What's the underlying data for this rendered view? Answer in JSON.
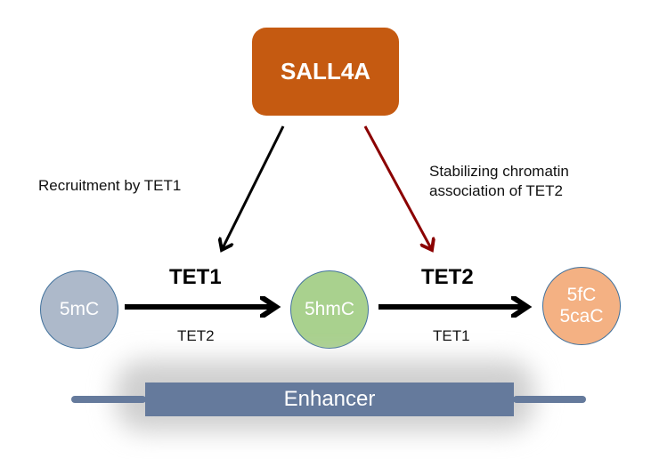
{
  "top_node": {
    "label": "SALL4A",
    "color": "#c55a11"
  },
  "edges": {
    "left": {
      "label": "Recruitment by TET1",
      "color": "#000000"
    },
    "right": {
      "label_line1": "Stabilizing chromatin",
      "label_line2": "association of TET2",
      "color": "#8b0000"
    }
  },
  "nodes": [
    {
      "id": "5mC",
      "label": "5mC",
      "color": "#adb9ca"
    },
    {
      "id": "5hmC",
      "label": "5hmC",
      "color": "#a9d18e"
    },
    {
      "id": "5fC_5caC",
      "label_line1": "5fC",
      "label_line2": "5caC",
      "color": "#f4b183"
    }
  ],
  "reactions": [
    {
      "primary": "TET1",
      "secondary": "TET2"
    },
    {
      "primary": "TET2",
      "secondary": "TET1"
    }
  ],
  "enhancer": {
    "label": "Enhancer",
    "color": "#657a9c"
  }
}
